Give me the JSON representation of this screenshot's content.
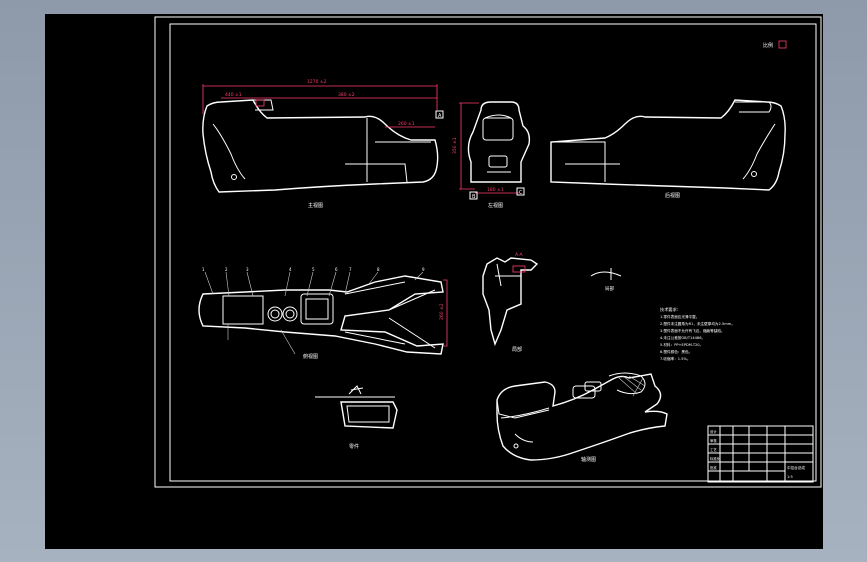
{
  "sheet": {
    "background": "#000000",
    "line_color": "#ffffff",
    "dimension_color": "#ff3c6e",
    "scale_marker": "比例"
  },
  "views": {
    "front": {
      "label": "主视图"
    },
    "side": {
      "label": "左视图"
    },
    "rear": {
      "label": "后视图"
    },
    "top": {
      "label": "俯视图"
    },
    "section_a": {
      "label": "A-A"
    },
    "detail": {
      "label": "局部"
    },
    "sub_part": {
      "label": "零件"
    },
    "iso": {
      "label": "轴测图"
    }
  },
  "dimensions": {
    "overall_length": "1270 ±2",
    "front_len": "440 ±1",
    "mid_len": "380 ±2",
    "side_len": "260 ±1",
    "height": "350 ±1",
    "width": "180 ±1",
    "top_width": "260 ±2",
    "tag_a": "A",
    "tag_b": "B",
    "tag_c": "C"
  },
  "notes": {
    "title": "技术要求:",
    "lines": [
      "1.零件表面应光滑平整。",
      "2.塑件未注圆角为R1，未注壁厚均为2.5mm。",
      "3.塑件表面不允许有飞边、缩痕等缺陷。",
      "4.未注公差按GB/T14486。",
      "5.材料：PP+EPDM-T20。",
      "6.塑件颜色：黑色。",
      "7.收缩率：1.5%。"
    ]
  },
  "title_block": {
    "rows": [
      [
        "设计",
        "",
        "",
        ""
      ],
      [
        "审核",
        "",
        "",
        ""
      ],
      [
        "工艺",
        "",
        "",
        ""
      ],
      [
        "标准化",
        "",
        "",
        ""
      ],
      [
        "批准",
        "",
        "",
        ""
      ],
      [
        "",
        "",
        "",
        ""
      ]
    ],
    "name": "中控台总成",
    "scale": "1:5"
  }
}
